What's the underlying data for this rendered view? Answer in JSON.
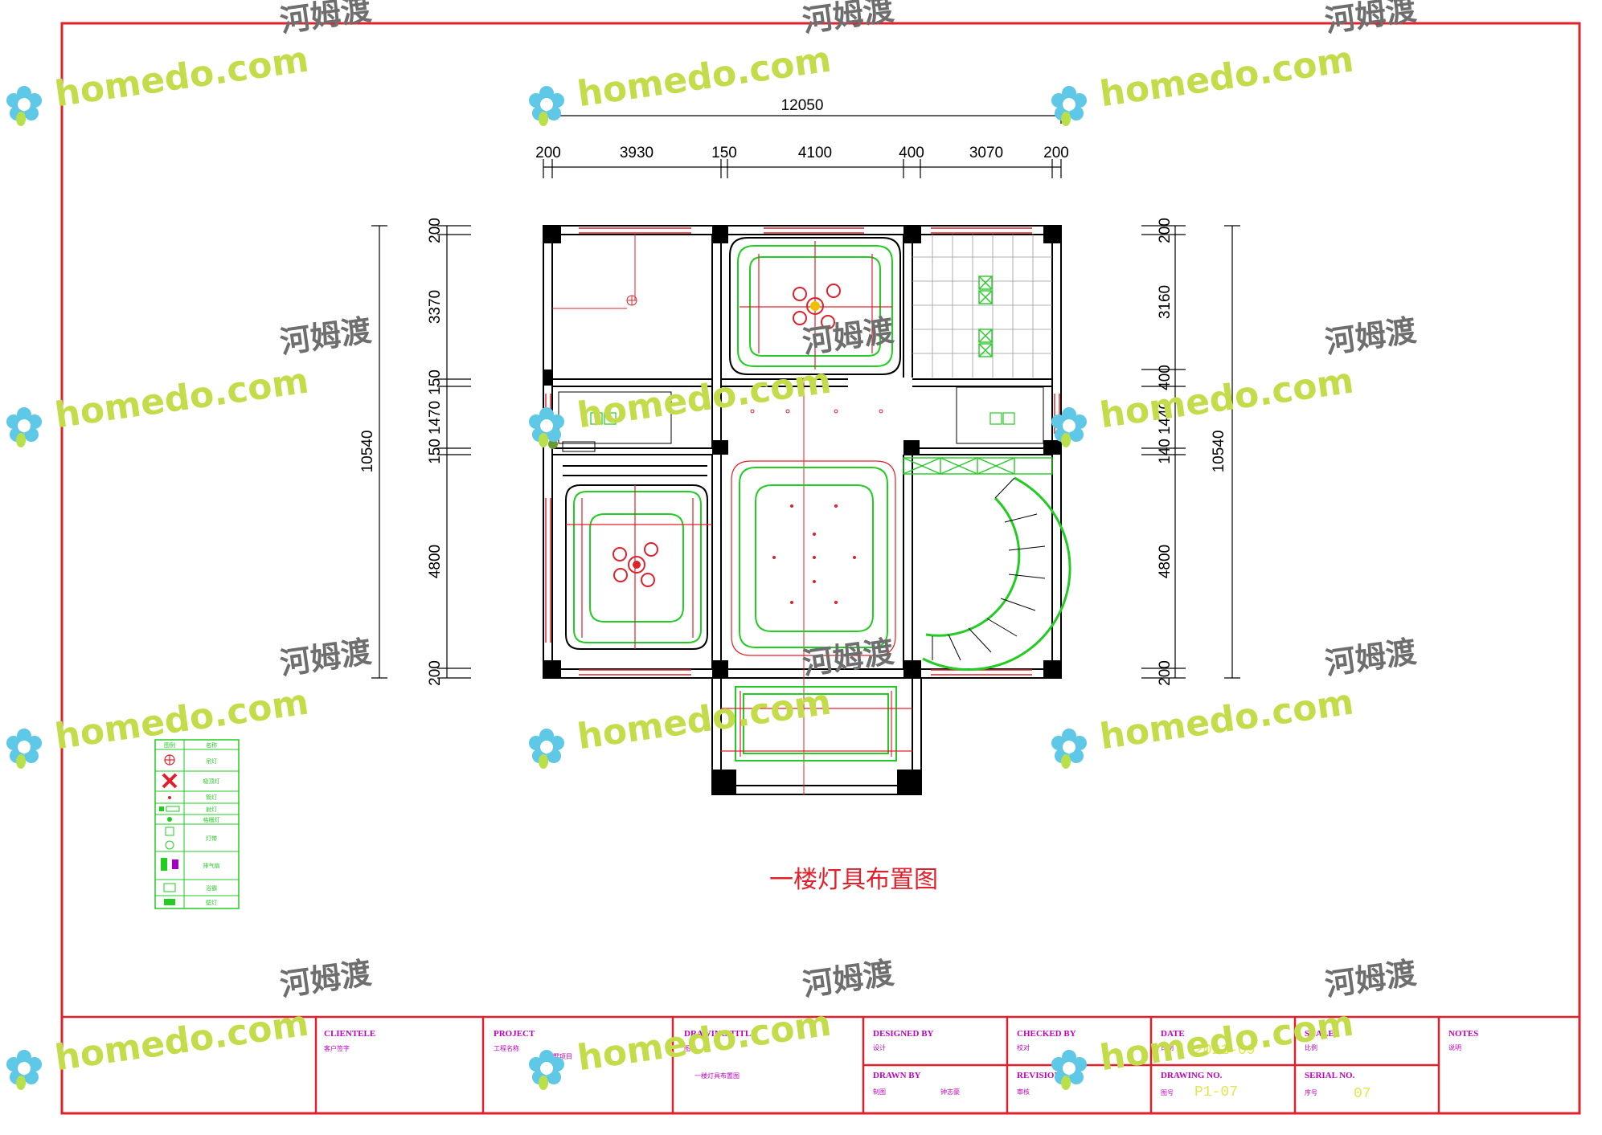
{
  "drawing": {
    "title": "一楼灯具布置图",
    "top_dims": {
      "total": "12050",
      "segments": [
        "200",
        "3930",
        "150",
        "4100",
        "400",
        "3070",
        "200"
      ]
    },
    "left_dims": {
      "total": "10540",
      "segments": [
        "200",
        "3370",
        "150",
        "1470",
        "150",
        "4800",
        "200"
      ]
    },
    "right_dims": {
      "total": "10540",
      "segments": [
        "200",
        "3160",
        "400",
        "1440",
        "140",
        "4800",
        "200"
      ]
    }
  },
  "title_block": {
    "clientele": {
      "label": "CLIENTELE",
      "sub": "客户签字"
    },
    "project": {
      "label": "PROJECT",
      "sub": "工程名称",
      "value": "别墅项目"
    },
    "drawing_title": {
      "label": "DRAWING TITLE",
      "sub": "图名",
      "value": "一楼灯具布置图"
    },
    "designed_by": {
      "label": "DESIGNED BY",
      "sub": "设计"
    },
    "drawn_by": {
      "label": "DRAWN BY",
      "sub": "制图",
      "value": "钟志豪"
    },
    "checked_by": {
      "label": "CHECKED BY",
      "sub": "校对"
    },
    "revisions": {
      "label": "REVISIONS",
      "sub": "审核"
    },
    "date": {
      "label": "DATE",
      "sub": "日期",
      "value": "2021-09"
    },
    "drawing_no": {
      "label": "DRAWING NO.",
      "sub": "图号",
      "value": "P1-07"
    },
    "scale": {
      "label": "SCALE",
      "sub": "比例"
    },
    "serial_no": {
      "label": "SERIAL NO.",
      "sub": "序号",
      "value": "07"
    },
    "notes": {
      "label": "NOTES",
      "sub": "说明"
    }
  },
  "legend": {
    "header": [
      "图例",
      "名称"
    ],
    "items": [
      "吊灯",
      "吸顶灯",
      "筒灯",
      "射灯",
      "格栅灯",
      "灯带",
      "排气扇",
      "浴霸",
      "壁灯"
    ]
  },
  "watermark": {
    "text_latin": "homedo.com",
    "text_cn": "河姆渡"
  },
  "colors": {
    "frame": "#e0202a",
    "ceiling": "#22cc22",
    "fixture": "#e0202a",
    "wall": "#000000"
  }
}
